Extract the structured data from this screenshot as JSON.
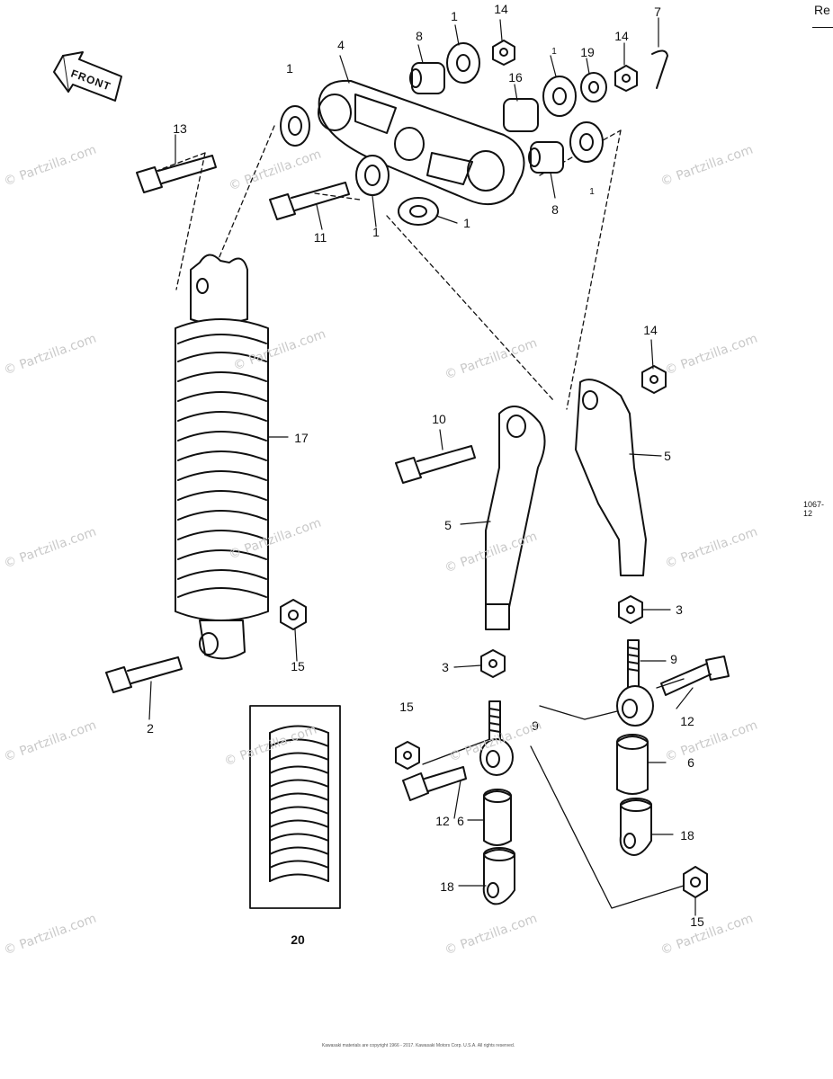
{
  "front_label": "FRONT",
  "callouts": [
    {
      "id": "c1a",
      "text": "1"
    },
    {
      "id": "c1b",
      "text": "1"
    },
    {
      "id": "c1c",
      "text": "1"
    },
    {
      "id": "c1d",
      "text": "1"
    },
    {
      "id": "c1e",
      "text": "1"
    },
    {
      "id": "c1f",
      "text": "1"
    },
    {
      "id": "c2",
      "text": "2"
    },
    {
      "id": "c3a",
      "text": "3"
    },
    {
      "id": "c3b",
      "text": "3"
    },
    {
      "id": "c4",
      "text": "4"
    },
    {
      "id": "c5a",
      "text": "5"
    },
    {
      "id": "c5b",
      "text": "5"
    },
    {
      "id": "c6a",
      "text": "6"
    },
    {
      "id": "c6b",
      "text": "6"
    },
    {
      "id": "c7",
      "text": "7"
    },
    {
      "id": "c8a",
      "text": "8"
    },
    {
      "id": "c8b",
      "text": "8"
    },
    {
      "id": "c9a",
      "text": "9"
    },
    {
      "id": "c9b",
      "text": "9"
    },
    {
      "id": "c10",
      "text": "10"
    },
    {
      "id": "c11",
      "text": "11"
    },
    {
      "id": "c12a",
      "text": "12"
    },
    {
      "id": "c12b",
      "text": "12"
    },
    {
      "id": "c13",
      "text": "13"
    },
    {
      "id": "c14a",
      "text": "14"
    },
    {
      "id": "c14b",
      "text": "14"
    },
    {
      "id": "c14c",
      "text": "14"
    },
    {
      "id": "c15a",
      "text": "15"
    },
    {
      "id": "c15b",
      "text": "15"
    },
    {
      "id": "c15c",
      "text": "15"
    },
    {
      "id": "c16",
      "text": "16"
    },
    {
      "id": "c17",
      "text": "17"
    },
    {
      "id": "c18a",
      "text": "18"
    },
    {
      "id": "c18b",
      "text": "18"
    },
    {
      "id": "c19",
      "text": "19"
    },
    {
      "id": "c20",
      "text": "20"
    }
  ],
  "watermark": "© Partzilla.com",
  "ref_label": "Re",
  "side_code": "1067-12",
  "footer_text": "Kawasaki materials are copyright 1966 - 2017. Kawasaki Motors Corp. U.S.A. All rights reserved."
}
